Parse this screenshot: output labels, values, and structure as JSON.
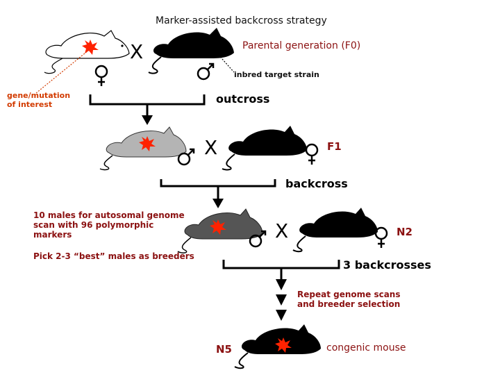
{
  "title": "Marker-assisted backcross strategy",
  "parental_label": "Parental generation (F0)",
  "inbred_label": "inbred target strain",
  "gene_label": "gene/mutation of interest",
  "cross_symbol": "X",
  "steps": {
    "outcross": "outcross",
    "backcross": "backcross",
    "three_backcrosses": "3 backcrosses"
  },
  "generations": {
    "f1": "F1",
    "n2": "N2",
    "n5": "N5"
  },
  "notes": {
    "genome_scan": "10 males for autosomal genome scan with 96 polymorphic markers",
    "pick_breeders": "Pick 2-3 “best” males as breeders",
    "repeat": "Repeat genome scans and breeder selection"
  },
  "congenic_label": "congenic mouse",
  "colors": {
    "white_mouse": "#ffffff",
    "f1_mouse": "#b4b4b4",
    "n2_mouse": "#555555",
    "black_mouse": "#000000",
    "mutation_star": "#ff2200",
    "label_red": "#8b1111",
    "annotation_orange": "#d23b00"
  }
}
